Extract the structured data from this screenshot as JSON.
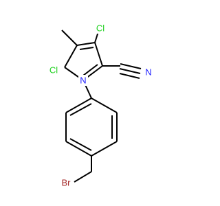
{
  "structure": {
    "atoms": {
      "cl_top": {
        "text": "Cl",
        "color": "#1fd11f"
      },
      "cl_left": {
        "text": "Cl",
        "color": "#1fd11f"
      },
      "n_ring": {
        "text": "N",
        "color": "#1e1eff"
      },
      "n_nitrile": {
        "text": "N",
        "color": "#1e1eff"
      },
      "br": {
        "text": "Br",
        "color": "#a52a2a"
      }
    },
    "bond_color": "#000000"
  }
}
